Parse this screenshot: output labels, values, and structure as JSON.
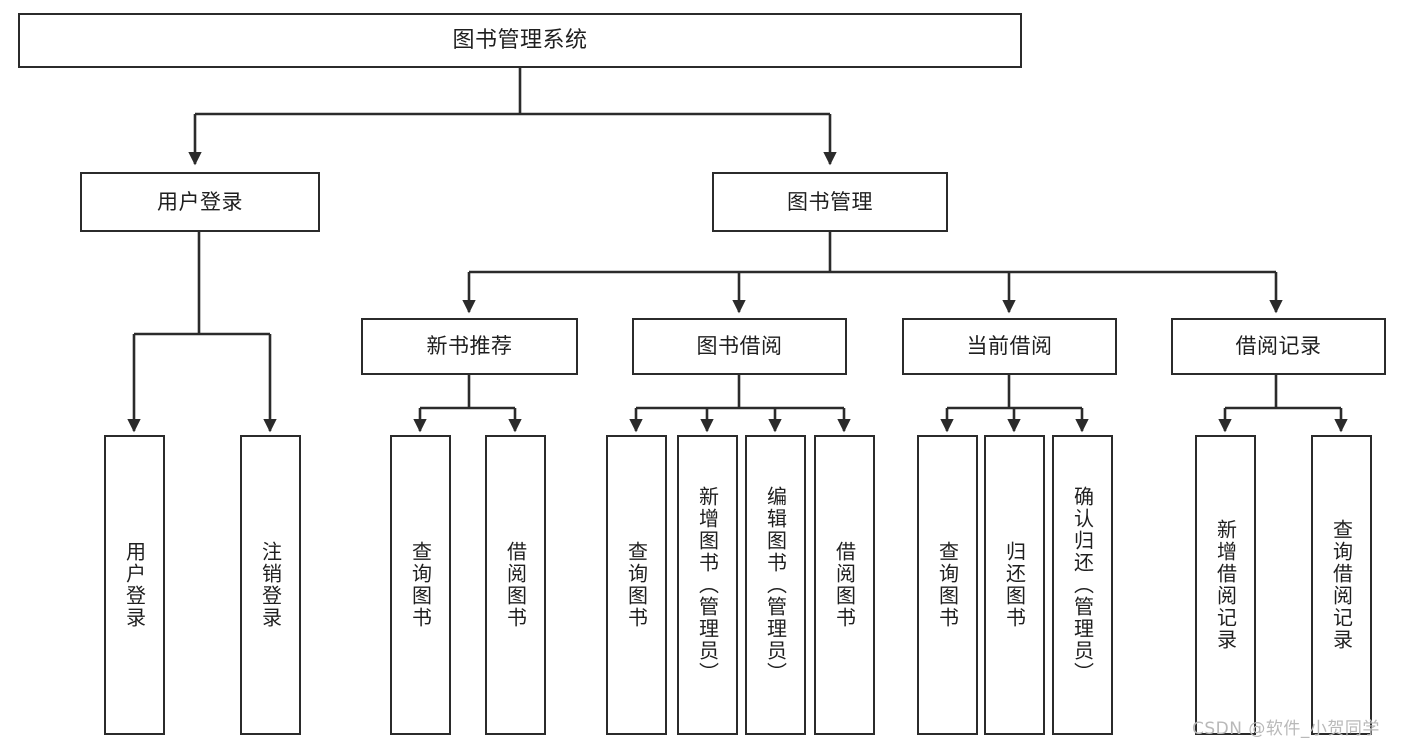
{
  "diagram": {
    "type": "tree",
    "title": "图书管理系统",
    "colors": {
      "box_border": "#2b2b2b",
      "box_fill": "#ffffff",
      "edge": "#2b2b2b",
      "background": "#ffffff",
      "watermark": "#b9b9b9"
    },
    "nodes": {
      "root": {
        "label": "图书管理系统"
      },
      "level2": [
        {
          "id": "user-login",
          "label": "用户登录"
        },
        {
          "id": "book-manage",
          "label": "图书管理"
        }
      ],
      "level3": [
        {
          "id": "new-book-recommend",
          "label": "新书推荐"
        },
        {
          "id": "book-borrow",
          "label": "图书借阅"
        },
        {
          "id": "current-borrow",
          "label": "当前借阅"
        },
        {
          "id": "borrow-record",
          "label": "借阅记录"
        }
      ],
      "leaves": {
        "user-login": [
          {
            "id": "leaf-user-login",
            "label": "用户登录"
          },
          {
            "id": "leaf-logout",
            "label": "注销登录"
          }
        ],
        "new-book-recommend": [
          {
            "id": "leaf-query-book-1",
            "label": "查询图书"
          },
          {
            "id": "leaf-borrow-book-1",
            "label": "借阅图书"
          }
        ],
        "book-borrow": [
          {
            "id": "leaf-query-book-2",
            "label": "查询图书"
          },
          {
            "id": "leaf-add-book",
            "label": "新增图书（管理员）"
          },
          {
            "id": "leaf-edit-book",
            "label": "编辑图书（管理员）"
          },
          {
            "id": "leaf-borrow-book-2",
            "label": "借阅图书"
          }
        ],
        "current-borrow": [
          {
            "id": "leaf-query-book-3",
            "label": "查询图书"
          },
          {
            "id": "leaf-return-book",
            "label": "归还图书"
          },
          {
            "id": "leaf-confirm-return",
            "label": "确认归还（管理员）"
          }
        ],
        "borrow-record": [
          {
            "id": "leaf-add-record",
            "label": "新增借阅记录"
          },
          {
            "id": "leaf-query-record",
            "label": "查询借阅记录"
          }
        ]
      }
    },
    "watermark": "CSDN @软件_小贺同学"
  }
}
